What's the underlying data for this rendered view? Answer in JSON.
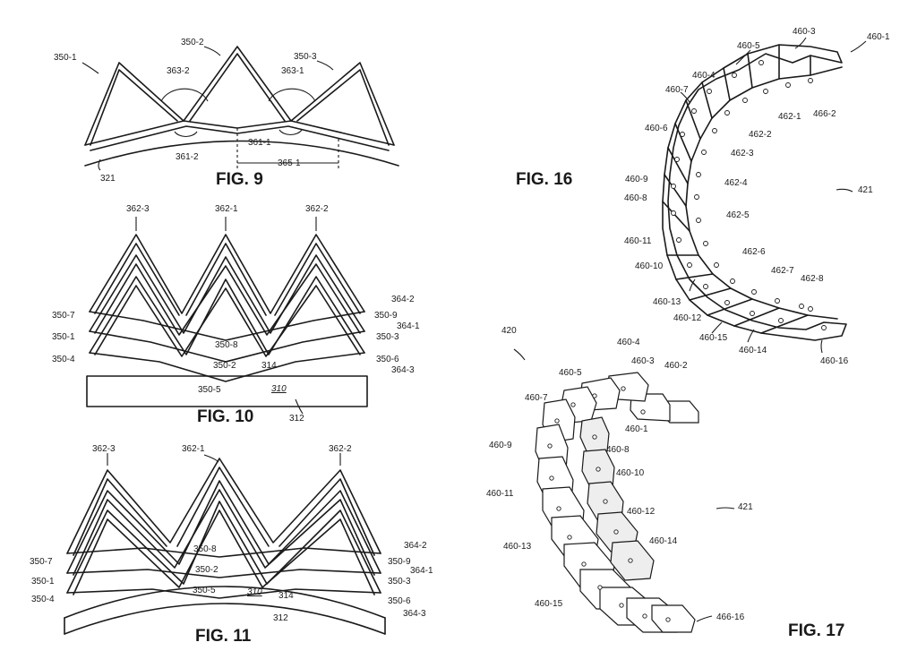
{
  "figures": {
    "fig9": "FIG. 9",
    "fig10": "FIG. 10",
    "fig11": "FIG. 11",
    "fig16": "FIG. 16",
    "fig17": "FIG. 17"
  },
  "fig9": {
    "labels": [
      "350-1",
      "350-2",
      "350-3",
      "363-2",
      "363-1",
      "361-1",
      "361-2",
      "365-1",
      "321"
    ]
  },
  "fig10": {
    "labels": [
      "362-3",
      "362-1",
      "362-2",
      "364-2",
      "350-7",
      "350-9",
      "364-1",
      "350-1",
      "350-3",
      "350-8",
      "350-4",
      "350-6",
      "364-3",
      "350-2",
      "314",
      "350-5",
      "310",
      "312"
    ]
  },
  "fig11": {
    "labels": [
      "362-3",
      "362-1",
      "362-2",
      "364-2",
      "350-7",
      "350-8",
      "350-9",
      "364-1",
      "350-1",
      "350-2",
      "350-3",
      "350-4",
      "350-5",
      "310",
      "314",
      "350-6",
      "364-3",
      "312"
    ]
  },
  "fig16": {
    "labels": [
      "460-3",
      "460-1",
      "460-5",
      "460-4",
      "460-7",
      "466-2",
      "462-1",
      "460-6",
      "462-2",
      "462-3",
      "460-9",
      "462-4",
      "460-8",
      "421",
      "462-5",
      "460-11",
      "462-6",
      "460-10",
      "462-7",
      "462-8",
      "460-13",
      "460-12",
      "460-15",
      "460-14",
      "460-16"
    ]
  },
  "fig17": {
    "labels": [
      "420",
      "460-4",
      "460-3",
      "460-5",
      "460-2",
      "460-7",
      "460-1",
      "460-9",
      "460-8",
      "460-10",
      "460-11",
      "460-12",
      "421",
      "460-13",
      "460-14",
      "460-15",
      "466-16"
    ]
  }
}
